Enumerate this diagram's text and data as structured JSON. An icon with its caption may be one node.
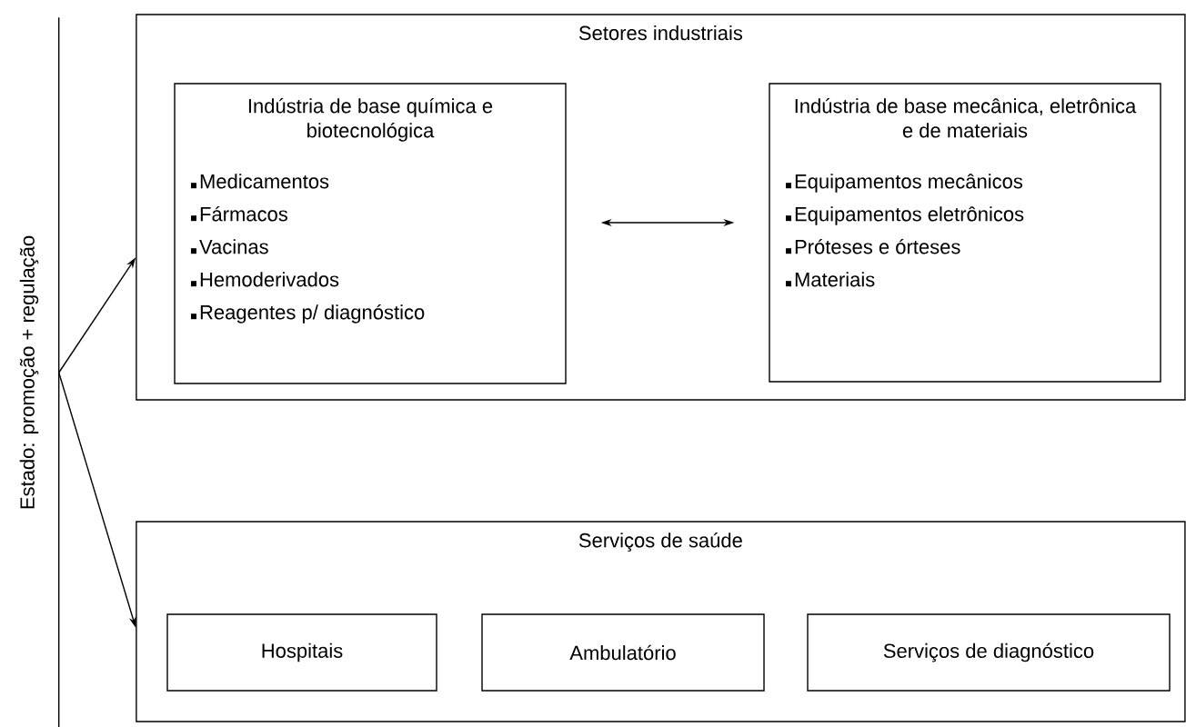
{
  "diagram": {
    "nodes": [
      {
        "text": [
          "Estado: promoção + regulação"
        ]
      },
      {
        "text": [
          "Setores industriais"
        ]
      },
      {
        "text": [
          "Indústria de base química e biotecnológica",
          "Medicamentos",
          "Fármacos",
          "Vacinas",
          "Hemoderivados",
          "Reagentes p/ diagnóstico"
        ],
        "in": 1
      },
      {
        "text": [
          "Indústria de base mecânica, eletrônica e de materiais",
          "Equipamentos mecânicos",
          "Equipamentos eletrônicos",
          "Próteses e órteses",
          "Materiais"
        ],
        "in": 1
      },
      {
        "text": [
          "Serviços de saúde"
        ]
      },
      {
        "text": [
          "Hospitais"
        ],
        "in": 4
      },
      {
        "text": [
          "Ambulatório"
        ],
        "in": 4
      },
      {
        "text": [
          "Serviços de diagnóstico"
        ],
        "in": 4
      }
    ],
    "edges": [
      {
        "from": 0,
        "to": 1,
        "arrow": "to"
      },
      {
        "from": 0,
        "to": 4,
        "arrow": "to"
      },
      {
        "from": 2,
        "to": 3,
        "arrow": "both"
      }
    ]
  }
}
